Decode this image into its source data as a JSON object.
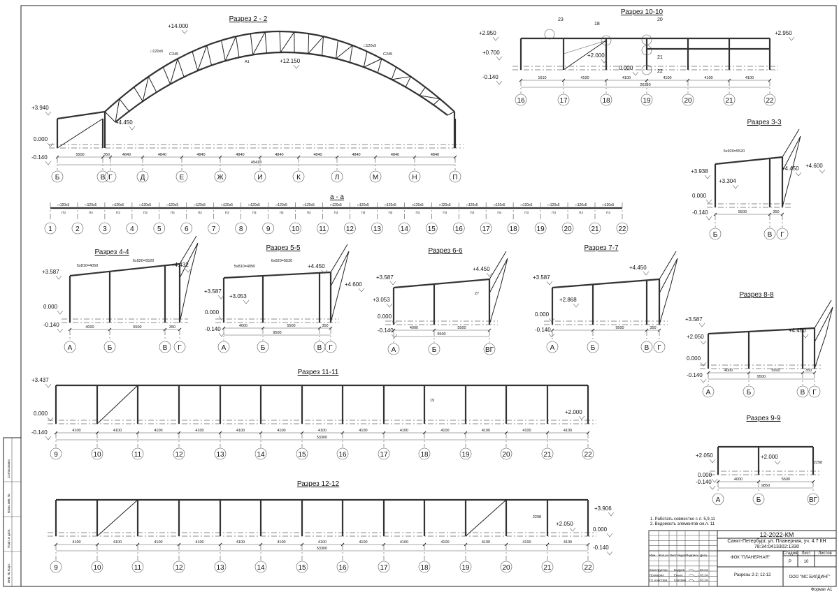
{
  "sheet": {
    "format": "Формат А1"
  },
  "notes": [
    "1. Работать совместно с л. 5,9,11",
    "2. Ведомость элементов см.л. 11"
  ],
  "title_block": {
    "code": "12-2022-КМ",
    "address": "Санкт-Петербург, ул. Планерная, уч. 4.7 КН 78:34:0413302:1330",
    "object": "ФОК \"ПЛАНЕРНАЯ\"",
    "sheet_name": "Разрезы 2-2; 12-12",
    "company": "ООО \"МС БИЛДИНГ\"",
    "headers": [
      "Изм.",
      "Кол.уч",
      "Лист",
      "№док",
      "Подпись",
      "Дата"
    ],
    "stage_headers": [
      "Стадия",
      "Лист",
      "Листов"
    ],
    "stage": "Р",
    "sheet_no": "10",
    "people": [
      {
        "role": "Конструктор",
        "name": "Бодуев",
        "date": "03.24"
      },
      {
        "role": "Проверил",
        "name": "Енько",
        "date": "03.24"
      },
      {
        "role": "Гл. конструк.",
        "name": "Светкин",
        "date": "03.24"
      }
    ]
  },
  "left_stamp": [
    "Инв. № подл.",
    "Подп. и дата",
    "Взам. инв. №",
    "Согласовано"
  ],
  "sections": [
    {
      "key": "s22",
      "title": "Разрез 2 - 2",
      "axes": [
        "Б",
        "В",
        "Г",
        "Д",
        "Е",
        "Ж",
        "И",
        "К",
        "Л",
        "М",
        "Н",
        "П"
      ],
      "dims": [
        "5500",
        "350",
        "4840",
        "4840",
        "4840",
        "4840",
        "4840",
        "4840",
        "4840",
        "4840",
        "4840"
      ],
      "total": "49410",
      "elevations": [
        "+14.000",
        "+3.940",
        "0.000",
        "-0.140",
        "+4.450",
        "+12.150"
      ],
      "labels": [
        "□120x5",
        "C245",
        "□120x5",
        "C245",
        "A1"
      ]
    },
    {
      "key": "saa",
      "title": "а - а",
      "axes": [
        "1",
        "2",
        "3",
        "4",
        "5",
        "6",
        "7",
        "8",
        "9",
        "10",
        "11",
        "12",
        "13",
        "14",
        "15",
        "16",
        "17",
        "18",
        "19",
        "20",
        "21",
        "22"
      ],
      "dims": [],
      "total": "",
      "elevations": [],
      "labels": [
        "□120x5",
        "П3"
      ]
    },
    {
      "key": "s1010",
      "title": "Разрез 10-10",
      "axes": [
        "16",
        "17",
        "18",
        "19",
        "20",
        "21",
        "22"
      ],
      "dims": [
        "1610",
        "4100",
        "4100",
        "4100",
        "4100",
        "4100",
        "4100"
      ],
      "total": "26230",
      "elevations": [
        "+2.950",
        "+0.700",
        "-0.140",
        "+2.000",
        "0.000",
        "+2.950"
      ],
      "labels": [
        "23",
        "18",
        "20",
        "21",
        "22"
      ]
    },
    {
      "key": "s33",
      "title": "Разрез 3-3",
      "axes": [
        "Б",
        "В",
        "Г"
      ],
      "dims": [
        "5500",
        "350"
      ],
      "total": "",
      "elevations": [
        "+3.938",
        "+3.304",
        "0.000",
        "-0.140",
        "+4.450",
        "+4.600"
      ],
      "labels": [
        "6x920=5520"
      ]
    },
    {
      "key": "s44",
      "title": "Разрез 4-4",
      "axes": [
        "А",
        "Б",
        "В",
        "Г"
      ],
      "dims": [
        "4000",
        "5500",
        "350"
      ],
      "total": "",
      "elevations": [
        "+3.587",
        "0.000",
        "-0.140",
        "+4.432"
      ],
      "labels": [
        "5x810=4050",
        "6x920=5520"
      ]
    },
    {
      "key": "s55",
      "title": "Разрез 5-5",
      "axes": [
        "А",
        "Б",
        "В",
        "Г"
      ],
      "dims": [
        "4000",
        "5500",
        "350"
      ],
      "total": "9500",
      "elevations": [
        "+3.587",
        "+3.053",
        "0.000",
        "-0.140",
        "+4.450",
        "+4.600"
      ],
      "labels": [
        "5x810=4050",
        "6x920=5520"
      ]
    },
    {
      "key": "s66",
      "title": "Разрез 6-6",
      "axes": [
        "А",
        "Б",
        "ВГ"
      ],
      "dims": [
        "4000",
        "5500"
      ],
      "total": "9500",
      "elevations": [
        "+3.587",
        "+3.053",
        "0.000",
        "-0.140",
        "+4.450"
      ],
      "labels": [
        "27"
      ]
    },
    {
      "key": "s77",
      "title": "Разрез  7-7",
      "axes": [
        "А",
        "Б",
        "В",
        "Г"
      ],
      "dims": [
        "",
        "9500",
        "350"
      ],
      "total": "",
      "elevations": [
        "+3.587",
        "+2.868",
        "0.000",
        "-0.140",
        "+4.450"
      ],
      "labels": []
    },
    {
      "key": "s88",
      "title": "Разрез 8-8",
      "axes": [
        "А",
        "Б",
        "В",
        "Г"
      ],
      "dims": [
        "4000",
        "5500",
        "350"
      ],
      "total": "9500",
      "elevations": [
        "+3.587",
        "+2.050",
        "0.000",
        "-0.140",
        "+4.450"
      ],
      "labels": []
    },
    {
      "key": "s1111",
      "title": "Разрез 11-11",
      "axes": [
        "9",
        "10",
        "11",
        "12",
        "13",
        "14",
        "15",
        "16",
        "17",
        "18",
        "19",
        "20",
        "21",
        "22"
      ],
      "dims": [
        "4100",
        "4100",
        "4100",
        "4100",
        "4100",
        "4100",
        "4100",
        "4100",
        "4100",
        "4100",
        "4100",
        "4100",
        "4100"
      ],
      "total": "53300",
      "elevations": [
        "+3.437",
        "0.000",
        "-0.140",
        "+2.000"
      ],
      "labels": [
        "19"
      ]
    },
    {
      "key": "s99",
      "title": "Разрез 9-9",
      "axes": [
        "А",
        "Б",
        "ВГ"
      ],
      "dims": [
        "4000",
        "5500"
      ],
      "total": "9850",
      "elevations": [
        "+2.050",
        "0.000",
        "-0.140",
        "+2.000"
      ],
      "labels": [
        "2298"
      ]
    },
    {
      "key": "s1212",
      "title": "Разрез 12-12",
      "axes": [
        "9",
        "10",
        "11",
        "12",
        "13",
        "14",
        "15",
        "16",
        "17",
        "18",
        "19",
        "20",
        "21",
        "22"
      ],
      "dims": [
        "4100",
        "4100",
        "4100",
        "4100",
        "4100",
        "4100",
        "4100",
        "4100",
        "4100",
        "4100",
        "4100",
        "4100",
        "4100"
      ],
      "total": "53300",
      "elevations": [
        "+3.906",
        "0.000",
        "-0.140",
        "+2.050"
      ],
      "labels": [
        "2298"
      ]
    }
  ]
}
